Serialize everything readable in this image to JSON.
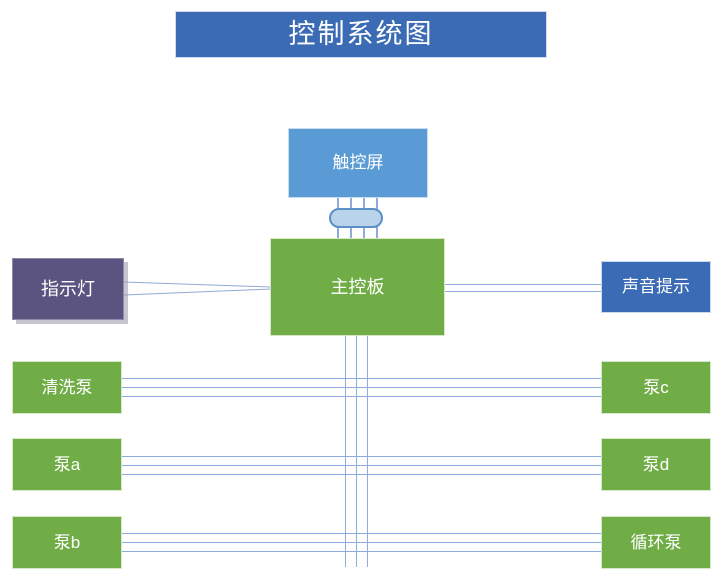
{
  "title": {
    "text": "控制系统图"
  },
  "colors": {
    "title_bar": "#3B6BB5",
    "touchscreen": "#5B9BD5",
    "mainboard": "#70AD47",
    "indicator": "#5B5480",
    "sound": "#3B6BB5",
    "pump": "#70AD47",
    "wire": "#8FAADC",
    "connector_fill": "#B9D3EA",
    "connector_border": "#5B8FC7",
    "background": "#FFFFFF"
  },
  "nodes": {
    "touchscreen": {
      "label": "触控屏"
    },
    "mainboard": {
      "label": "主控板"
    },
    "indicator": {
      "label": "指示灯"
    },
    "sound": {
      "label": "声音提示"
    }
  },
  "pumps": {
    "left": [
      {
        "label": "清洗泵"
      },
      {
        "label": "泵a"
      },
      {
        "label": "泵b"
      }
    ],
    "right": [
      {
        "label": "泵c"
      },
      {
        "label": "泵d"
      },
      {
        "label": "循环泵"
      }
    ]
  },
  "connections": {
    "ribbon_label": "ribbon-cable-connector",
    "indicator_lines": 2,
    "sound_lines": 2,
    "pump_bus_lines": 3,
    "vertical_bus_lines": 3
  }
}
